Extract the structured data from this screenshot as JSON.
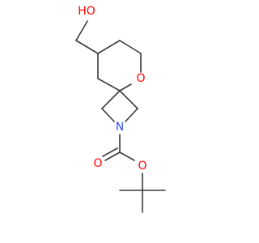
{
  "molecule": {
    "colors": {
      "bond": "#3a3a3a",
      "oxygen": "#ff0000",
      "nitrogen": "#3050f8",
      "background": "#ffffff"
    },
    "atoms": {
      "hydroxyl_label": "HO",
      "ring_oxygen_label": "O",
      "nitrogen_label": "N",
      "carbonyl_oxygen_label": "O",
      "ester_oxygen_label": "O"
    }
  }
}
